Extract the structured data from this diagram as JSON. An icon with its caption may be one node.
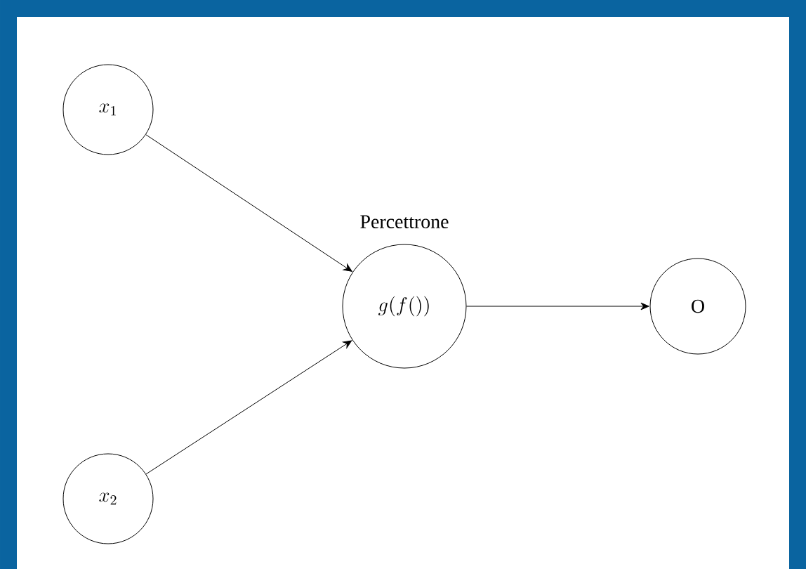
{
  "diagram": {
    "nodes": [
      {
        "text": [
          "x_1"
        ]
      },
      {
        "text": [
          "x_2"
        ]
      },
      {
        "text": [
          "g(f())"
        ],
        "beside": [
          "Percettrone"
        ]
      },
      {
        "text": [
          "O"
        ]
      }
    ],
    "edges": [
      {
        "from": 0,
        "to": 2,
        "arrow": "to"
      },
      {
        "from": 1,
        "to": 2,
        "arrow": "to"
      },
      {
        "from": 2,
        "to": 3,
        "arrow": "to"
      }
    ]
  }
}
